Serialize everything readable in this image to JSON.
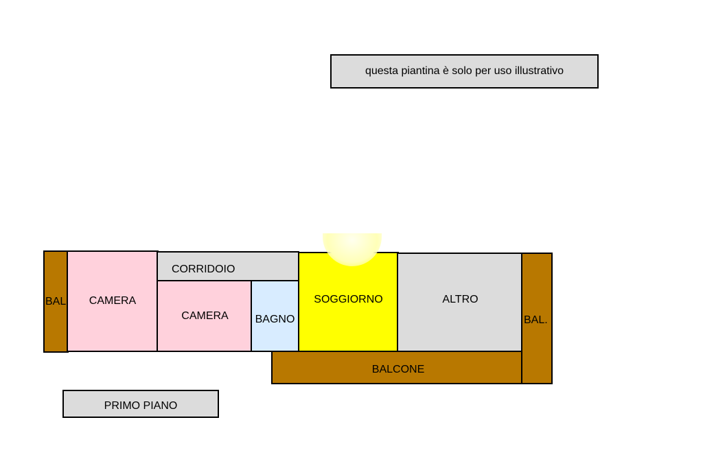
{
  "notice": {
    "text": "questa piantina è solo per uso illustrativo"
  },
  "floor_label": "PRIMO PIANO",
  "rooms": {
    "bal_left": "BAL",
    "camera_1": "CAMERA",
    "corridoio": "CORRIDOIO",
    "camera_2": "CAMERA",
    "bagno": "BAGNO",
    "soggiorno": "SOGGIORNO",
    "altro": "ALTRO",
    "bal_right": "BAL.",
    "balcone": "BALCONE"
  },
  "colors": {
    "balcony": "#b87800",
    "bedroom": "#ffd1dc",
    "corridor": "#dcdcdc",
    "bathroom": "#d8ecff",
    "living": "#ffff00",
    "other": "#dcdcdc"
  }
}
